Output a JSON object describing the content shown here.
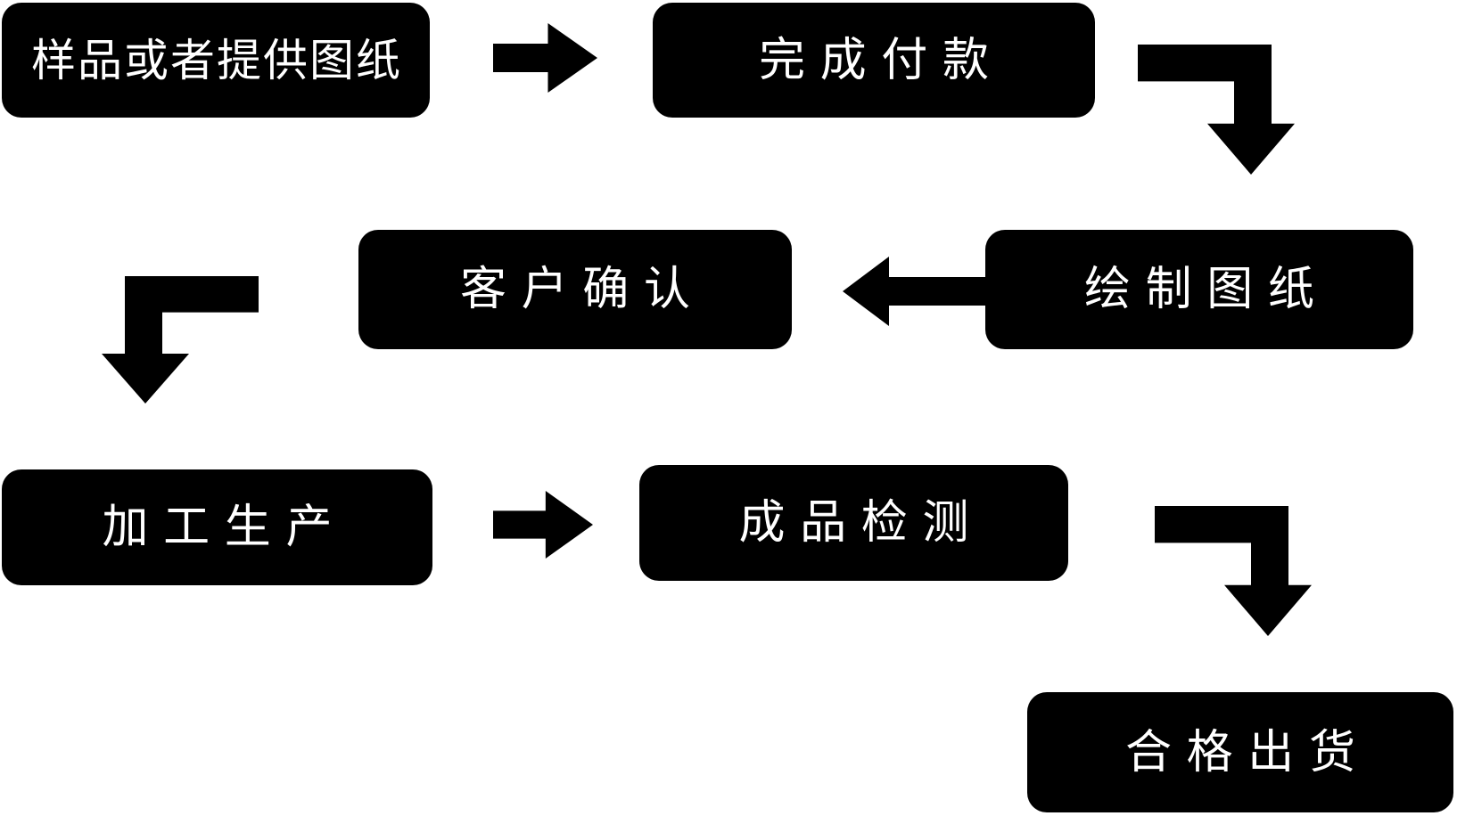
{
  "diagram": {
    "type": "flowchart",
    "colors": {
      "background": "#ffffff",
      "node_fill": "#000000",
      "node_text": "#ffffff",
      "arrow": "#000000"
    },
    "nodes": [
      {
        "id": "sample-or-provide-drawing",
        "label": "样品或者提供图纸"
      },
      {
        "id": "complete-payment",
        "label": "完成付款"
      },
      {
        "id": "customer-confirm",
        "label": "客户确认"
      },
      {
        "id": "draw-drawing",
        "label": "绘制图纸"
      },
      {
        "id": "processing-production",
        "label": "加工生产"
      },
      {
        "id": "finished-product-inspection",
        "label": "成品检测"
      },
      {
        "id": "qualified-shipment",
        "label": "合格出货"
      }
    ],
    "edges": [
      {
        "from": "sample-or-provide-drawing",
        "to": "complete-payment",
        "shape": "right"
      },
      {
        "from": "complete-payment",
        "to": "draw-drawing",
        "shape": "right-then-down"
      },
      {
        "from": "draw-drawing",
        "to": "customer-confirm",
        "shape": "left"
      },
      {
        "from": "customer-confirm",
        "to": "processing-production",
        "shape": "left-then-down"
      },
      {
        "from": "processing-production",
        "to": "finished-product-inspection",
        "shape": "right"
      },
      {
        "from": "finished-product-inspection",
        "to": "qualified-shipment",
        "shape": "right-then-down"
      }
    ]
  }
}
